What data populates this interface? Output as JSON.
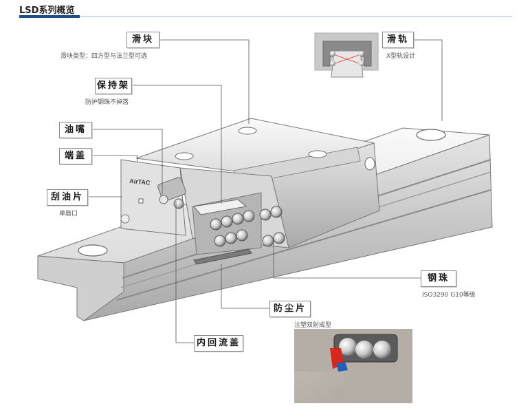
{
  "header": {
    "title": "LSD系列概览"
  },
  "callouts": {
    "slider": {
      "label": "滑块",
      "note": "滑块类型：四方型与法兰型可选"
    },
    "retainer": {
      "label": "保持架",
      "note": "防护钢珠不掉落"
    },
    "grease_nipple": {
      "label": "油嘴"
    },
    "end_cap": {
      "label": "端盖"
    },
    "scraper": {
      "label": "刮油片",
      "note": "单唇口"
    },
    "rail": {
      "label": "滑轨",
      "note": "X型轨设计"
    },
    "steel_ball": {
      "label": "钢珠",
      "note": "ISO3290 G10等级"
    },
    "dust_seal": {
      "label": "防尘片",
      "note": "注塑双射成型"
    },
    "return_cap": {
      "label": "内回流盖"
    }
  },
  "product": {
    "brand_mark": "AirTAC"
  },
  "colors": {
    "accent": "#1c4f8c",
    "seal_red": "#d9261c",
    "seal_blue": "#1f5fb8"
  }
}
